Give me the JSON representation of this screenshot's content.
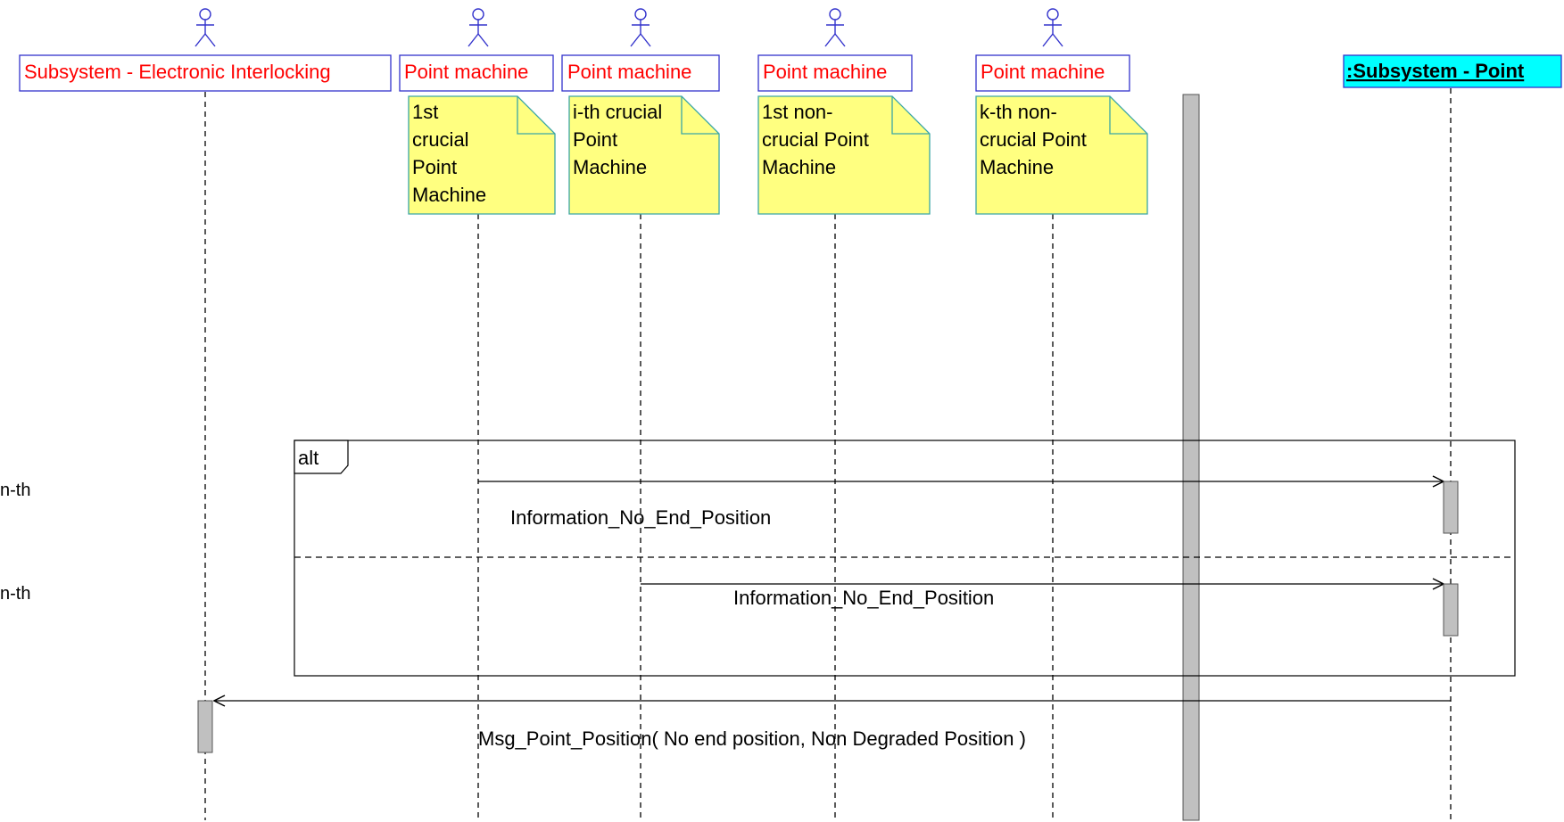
{
  "diagram": {
    "actors": [
      {
        "label": "Subsystem - Electronic Interlocking"
      },
      {
        "label": "Point machine",
        "note": [
          "1st",
          "crucial",
          "Point",
          "Machine"
        ]
      },
      {
        "label": "Point machine",
        "note": [
          "i-th crucial",
          "Point",
          "Machine"
        ]
      },
      {
        "label": "Point machine",
        "note": [
          "1st non-",
          "crucial Point",
          "Machine"
        ]
      },
      {
        "label": "Point machine",
        "note": [
          "k-th non-",
          "crucial Point",
          "Machine"
        ]
      }
    ],
    "subsystem_point": {
      "label": ":Subsystem - Point"
    },
    "fragment": {
      "operator": "alt"
    },
    "side_labels": [
      "n-th",
      "n-th"
    ],
    "messages": [
      {
        "text": "Information_No_End_Position"
      },
      {
        "text": "Information_No_End_Position"
      },
      {
        "text": "Msg_Point_Position( No end position, Non Degraded Position )"
      }
    ],
    "colors": {
      "actor_text": "#ff0000",
      "actor_border": "#3333cc",
      "note_fill": "#ffff80",
      "note_border": "#3aa6a6",
      "subsystem_fill": "#00ffff",
      "activation_fill": "#c0c0c0"
    }
  }
}
